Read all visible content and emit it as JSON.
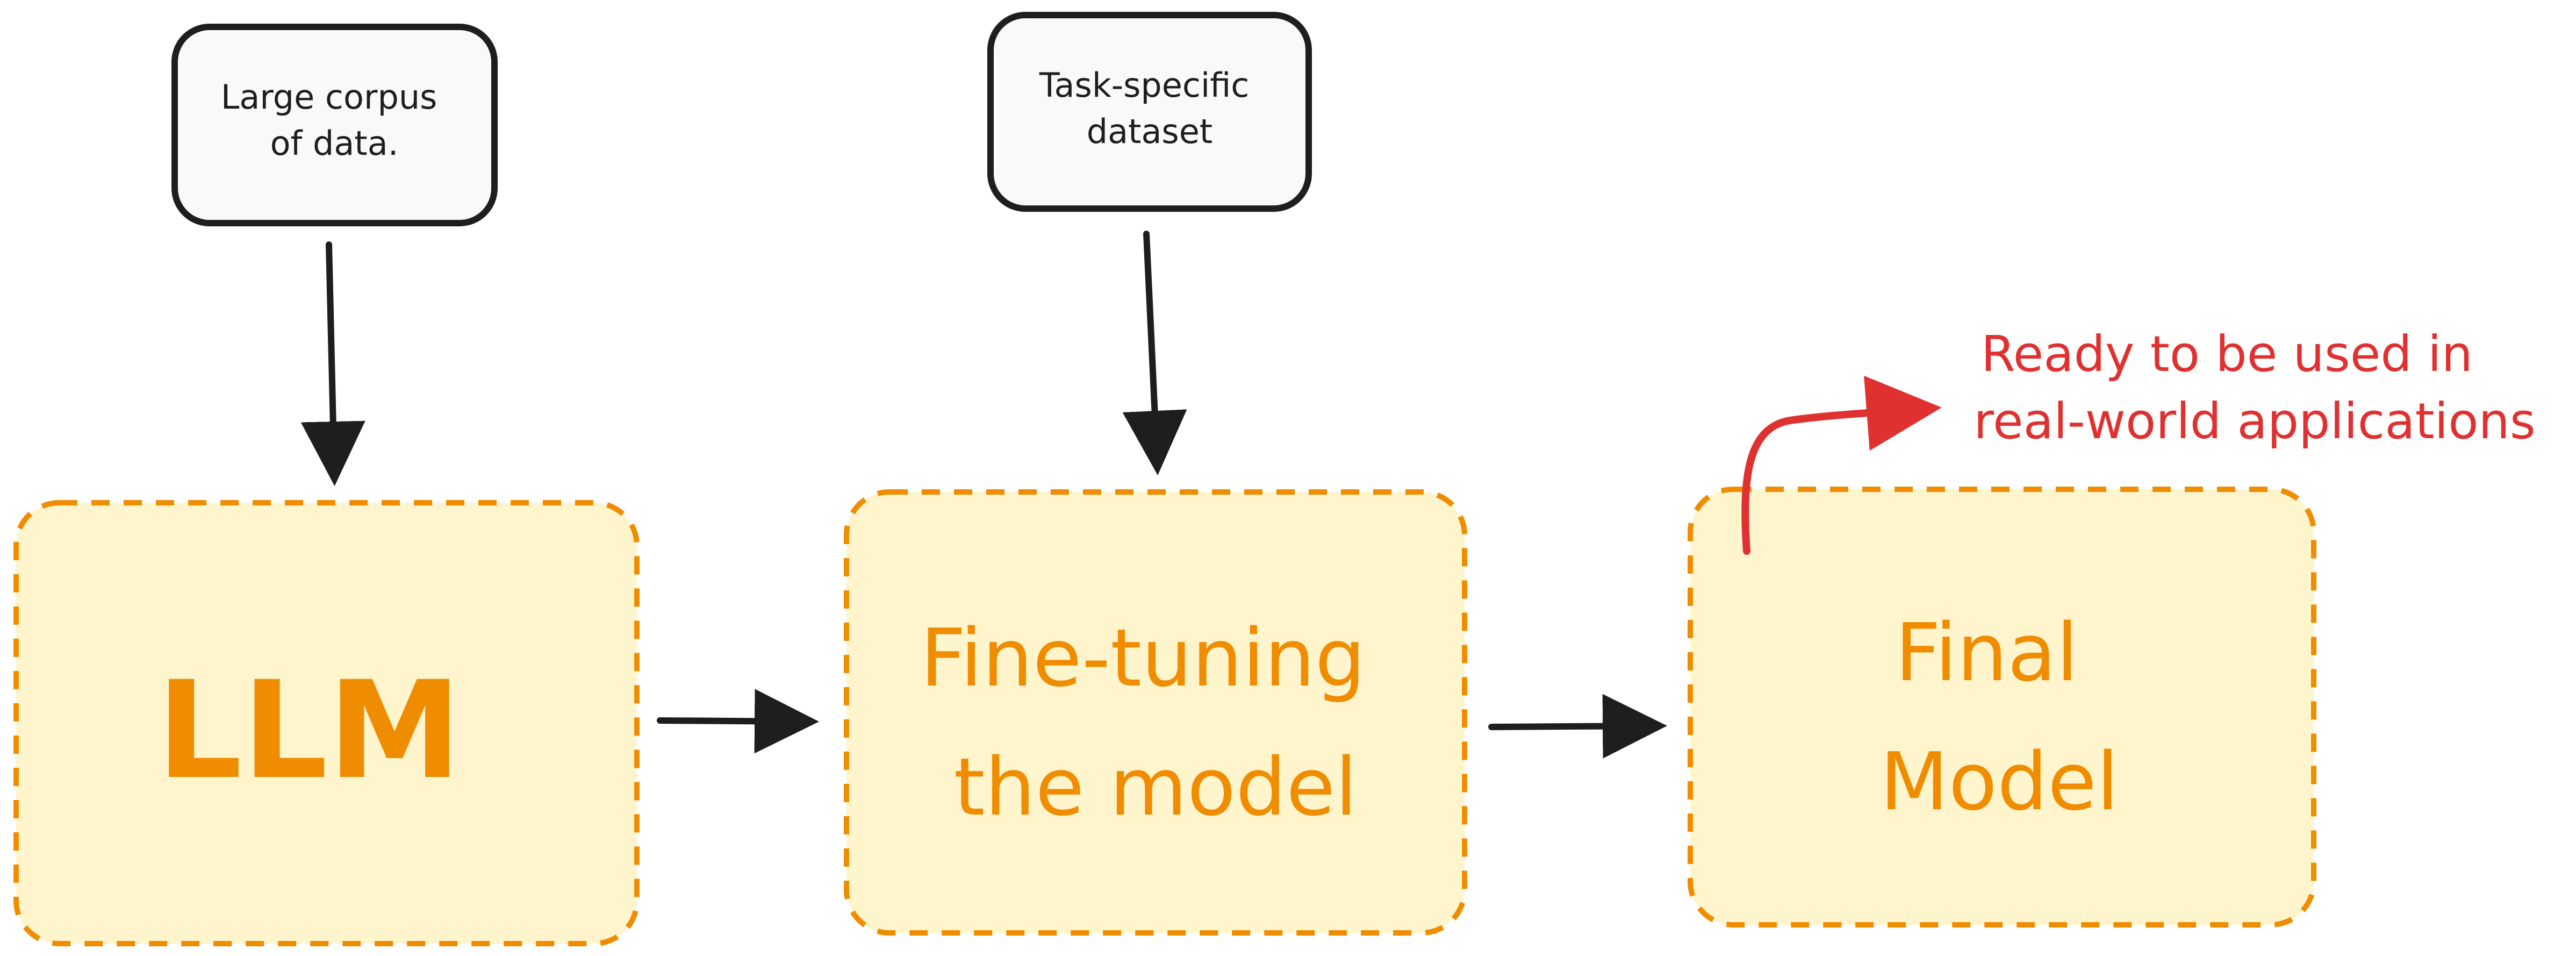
{
  "inputs": {
    "corpus": {
      "line1": "Large corpus",
      "line2": "of data."
    },
    "dataset": {
      "line1": "Task-specific",
      "line2": "dataset"
    }
  },
  "stages": {
    "llm": {
      "label": "LLM"
    },
    "finetune": {
      "line1": "Fine-tuning",
      "line2": "the model"
    },
    "final": {
      "line1": "Final",
      "line2": "Model"
    }
  },
  "note": {
    "line1": "Ready to be used in",
    "line2": "real-world applications"
  },
  "colors": {
    "stage_fill": "#fff5cc",
    "stage_stroke": "#f08c00",
    "input_fill": "#f8f9fa",
    "input_stroke": "#1e1e1e",
    "arrow": "#1e1e1e",
    "note": "#e03131"
  }
}
